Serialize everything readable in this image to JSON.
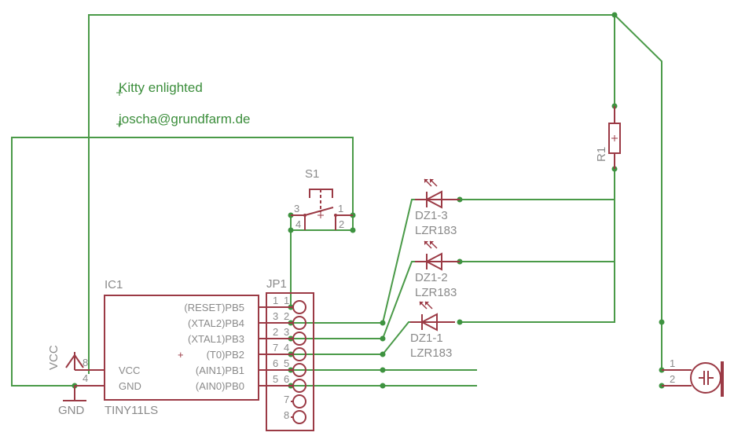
{
  "notes": {
    "title": "Kitty enlighted",
    "email": "joscha@grundfarm.de"
  },
  "colors": {
    "wire": "#4a9a48",
    "symbol": "#9b3a45",
    "label": "#8a8a8a",
    "note": "#3c8e3c",
    "background": "#ffffff"
  },
  "ic1": {
    "name": "IC1",
    "value": "TINY11LS",
    "left_pins": [
      {
        "label": "VCC",
        "number": "8"
      },
      {
        "label": "GND",
        "number": "4"
      }
    ],
    "right_pins": [
      {
        "label": "(RESET)PB5"
      },
      {
        "label": "(XTAL2)PB4"
      },
      {
        "label": "(XTAL1)PB3"
      },
      {
        "label": "(T0)PB2"
      },
      {
        "label": "(AIN1)PB1"
      },
      {
        "label": "(AIN0)PB0"
      }
    ],
    "plus_mark": "+"
  },
  "supplies": {
    "vcc": "VCC",
    "gnd": "GND"
  },
  "jp1": {
    "name": "JP1",
    "rows": [
      {
        "left": "1",
        "pin": "1"
      },
      {
        "left": "3",
        "pin": "2"
      },
      {
        "left": "2",
        "pin": "3"
      },
      {
        "left": "7",
        "pin": "4"
      },
      {
        "left": "6",
        "pin": "5"
      },
      {
        "left": "5",
        "pin": "6"
      },
      {
        "left": "",
        "pin": "7"
      },
      {
        "left": "",
        "pin": "8"
      }
    ]
  },
  "s1": {
    "name": "S1",
    "pins": [
      "3",
      "1",
      "4",
      "2"
    ]
  },
  "r1": {
    "name": "R1",
    "mark": "+"
  },
  "leds": [
    {
      "name": "DZ1-3",
      "value": "LZR183"
    },
    {
      "name": "DZ1-2",
      "value": "LZR183"
    },
    {
      "name": "DZ1-1",
      "value": "LZR183"
    }
  ],
  "battery": {
    "pins": [
      "1",
      "2"
    ]
  }
}
